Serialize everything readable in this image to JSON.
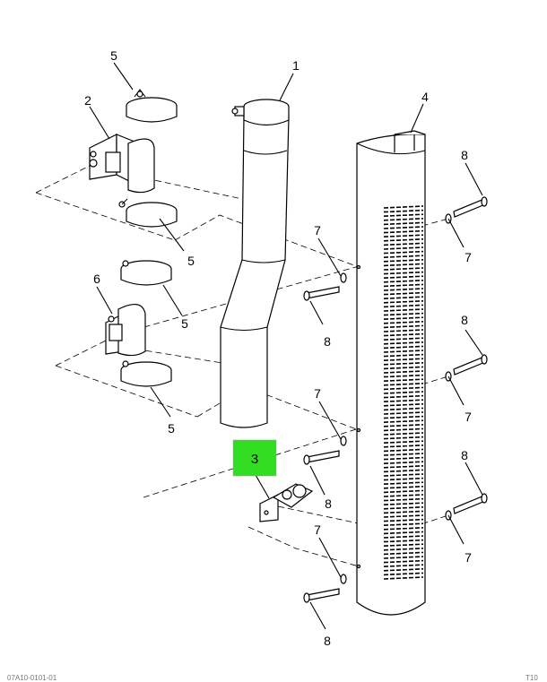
{
  "callouts": {
    "c1": "1",
    "c2": "2",
    "c3": "3",
    "c4": "4",
    "c5": "5",
    "c6": "6",
    "c7": "7",
    "c8": "8"
  },
  "highlight_color": "#33dd22",
  "footer": {
    "left_code": "07A10-0101-01",
    "right_code": "T10"
  }
}
